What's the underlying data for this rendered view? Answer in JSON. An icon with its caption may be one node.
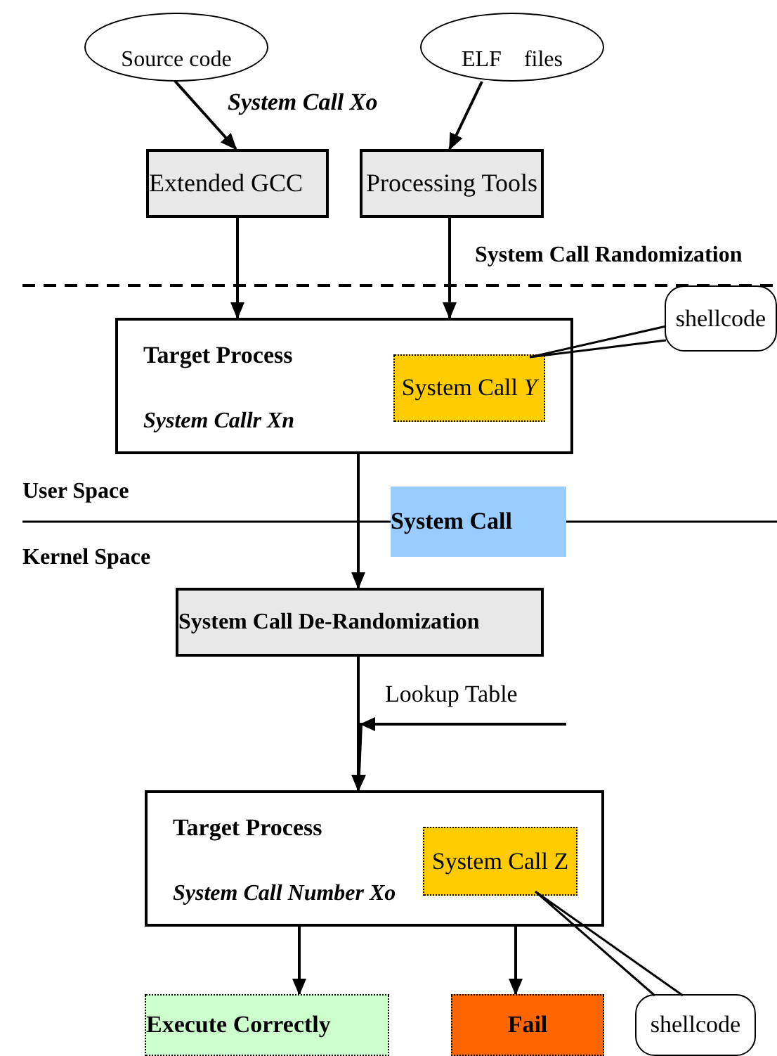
{
  "diagram": {
    "nodes": [
      {
        "text": [
          "Source code"
        ]
      },
      {
        "text": [
          "ELF    files"
        ]
      },
      {
        "text": [
          "Extended GCC"
        ]
      },
      {
        "text": [
          "Processing Tools"
        ]
      },
      {
        "text": [
          "Target Process",
          "System Callr Xn"
        ]
      },
      {
        "text": [
          "System Call *Y*"
        ],
        "in": 4
      },
      {
        "text": [
          "shellcode"
        ]
      },
      {
        "text": [
          "System Call"
        ]
      },
      {
        "text": [
          "System Call De-Randomization"
        ]
      },
      {
        "text": [
          "Target Process",
          "System Call Number Xo"
        ]
      },
      {
        "text": [
          "System Call Z"
        ],
        "in": 9
      },
      {
        "text": [
          "Execute Correctly"
        ]
      },
      {
        "text": [
          "Fail"
        ]
      },
      {
        "text": [
          "shellcode"
        ]
      }
    ],
    "edges": [
      {
        "from": 0,
        "to": 2,
        "arrow": "to",
        "label": "System Call Xo"
      },
      {
        "from": 1,
        "to": 3,
        "arrow": "to"
      },
      {
        "from": 2,
        "to": 4,
        "arrow": "to"
      },
      {
        "from": 3,
        "to": 4,
        "arrow": "to"
      },
      {
        "from": 6,
        "to": 5,
        "arrow": "none"
      },
      {
        "from": 4,
        "to": 8,
        "arrow": "to"
      },
      {
        "from": 8,
        "to": 9,
        "arrow": "to"
      },
      {
        "from": null,
        "to": 9,
        "arrow": "to",
        "label": "Lookup Table"
      },
      {
        "from": 9,
        "to": 11,
        "arrow": "to"
      },
      {
        "from": 10,
        "to": 12,
        "arrow": "to"
      },
      {
        "from": 13,
        "to": 10,
        "arrow": "none"
      }
    ],
    "labels": [
      "System Call Randomization",
      "User Space",
      "Kernel Space"
    ]
  }
}
